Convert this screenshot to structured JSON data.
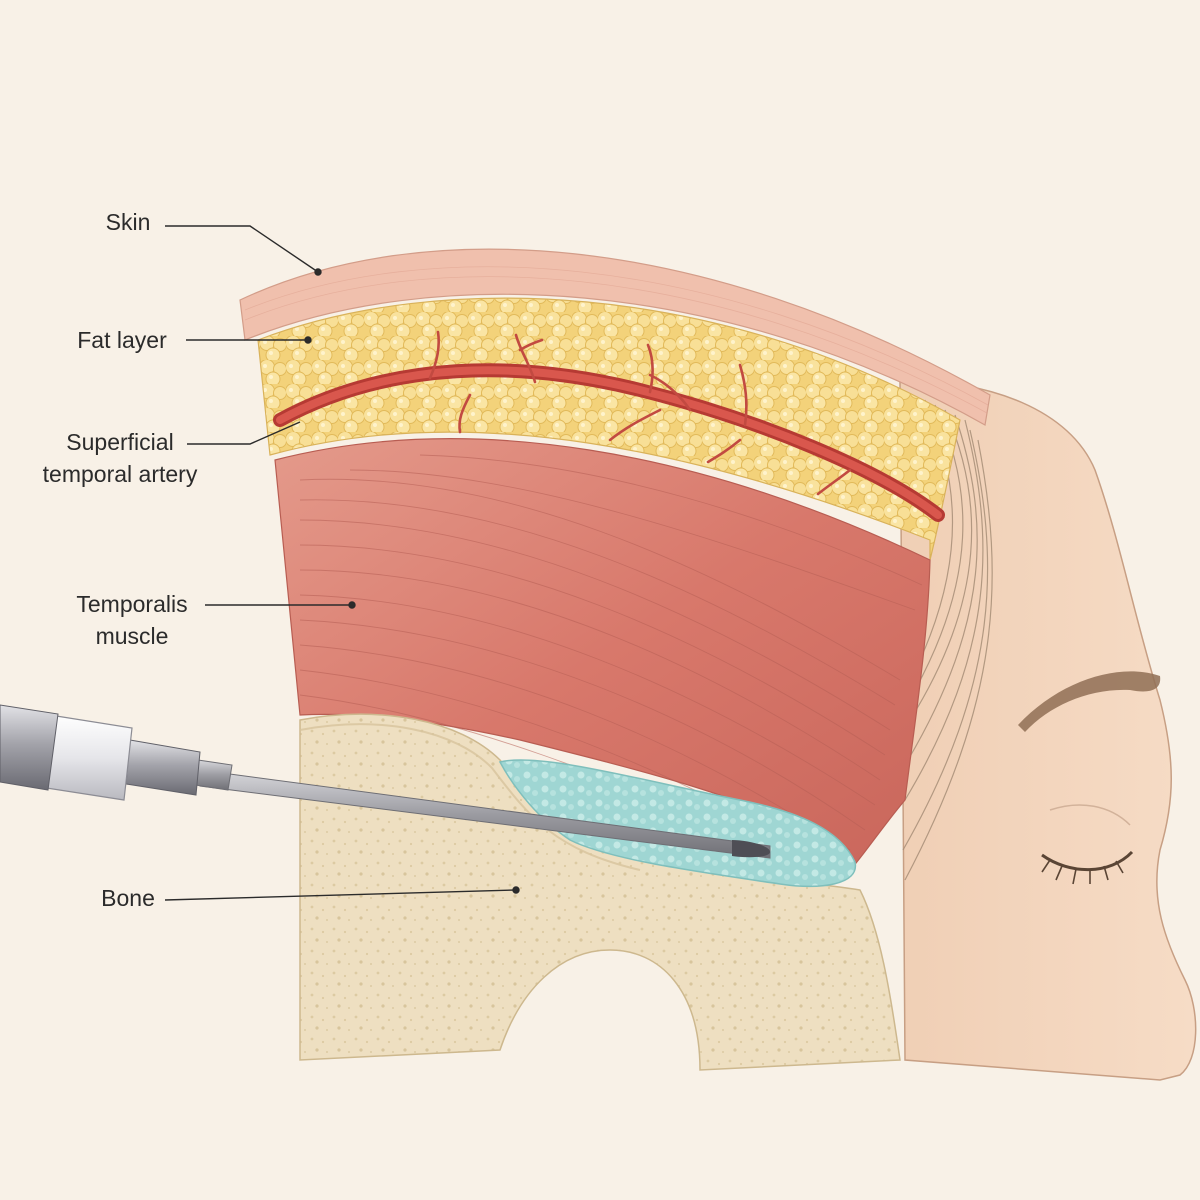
{
  "labels": {
    "skin": "Skin",
    "fat_layer": "Fat layer",
    "artery_line1": "Superficial",
    "artery_line2": "temporal artery",
    "muscle_line1": "Temporalis",
    "muscle_line2": "muscle",
    "bone": "Bone"
  },
  "colors": {
    "background": "#f8f1e7",
    "skin": "#f0c0ad",
    "fat": "#f6d98a",
    "artery": "#c9463d",
    "muscle": "#d9736a",
    "bone": "#eddcbc",
    "filler": "#a8dcd8",
    "face": "#f3d7c0",
    "needle": "#a9a9ad",
    "leader_line": "#2b2b2b"
  }
}
